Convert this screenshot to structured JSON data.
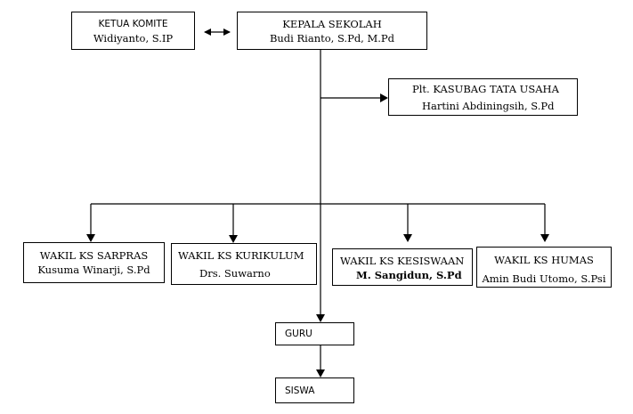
{
  "boxes": {
    "ketua_komite": {
      "title": "KETUA KOMITE",
      "name": "Widiyanto, S.IP"
    },
    "kepala_sekolah": {
      "title": "KEPALA SEKOLAH",
      "name": "Budi Rianto, S.Pd, M.Pd"
    },
    "kasubag": {
      "title": "Plt. KASUBAG TATA USAHA",
      "name": "Hartini Abdiningsih, S.Pd"
    },
    "sarpras": {
      "title": "WAKIL KS SARPRAS",
      "name": "Kusuma Winarji, S.Pd"
    },
    "kurikulum": {
      "title": "WAKIL KS KURIKULUM",
      "name": "Drs. Suwarno"
    },
    "kesiswaan": {
      "title": "WAKIL KS KESISWAAN",
      "name": "M. Sangidun, S.Pd"
    },
    "humas": {
      "title": "WAKIL KS HUMAS",
      "name": "Amin Budi Utomo, S.Psi"
    },
    "guru": {
      "title": "GURU"
    },
    "siswa": {
      "title": "SISWA"
    }
  },
  "colors": {
    "line": "#000000",
    "box_border": "#000000",
    "background": "#ffffff"
  }
}
